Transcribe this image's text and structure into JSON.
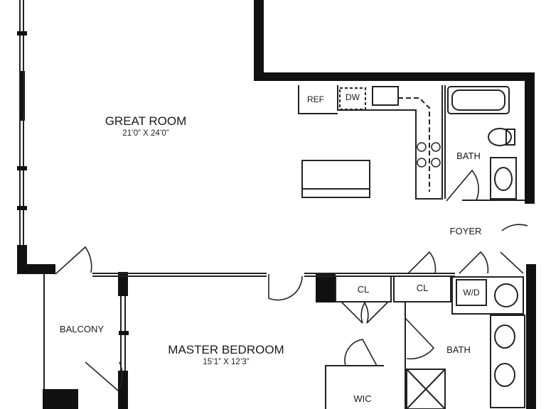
{
  "plan": {
    "rooms": {
      "great_room": {
        "name": "GREAT ROOM",
        "size": "21’0” X 24’0”"
      },
      "master_bedroom": {
        "name": "MASTER BEDROOM",
        "size": "15’1” X 12’3”"
      },
      "balcony": {
        "name": "BALCONY"
      },
      "bath_upper": {
        "name": "BATH"
      },
      "bath_lower": {
        "name": "BATH"
      },
      "foyer": {
        "name": "FOYER"
      },
      "closet_left": {
        "name": "CL"
      },
      "closet_right": {
        "name": "CL"
      },
      "wic": {
        "name": "WIC"
      }
    },
    "fixtures": {
      "refrigerator": "REF",
      "dishwasher": "DW",
      "washer_dryer": "W/D"
    },
    "colors": {
      "wall": "#111111",
      "line": "#222222",
      "background": "#ffffff"
    }
  }
}
